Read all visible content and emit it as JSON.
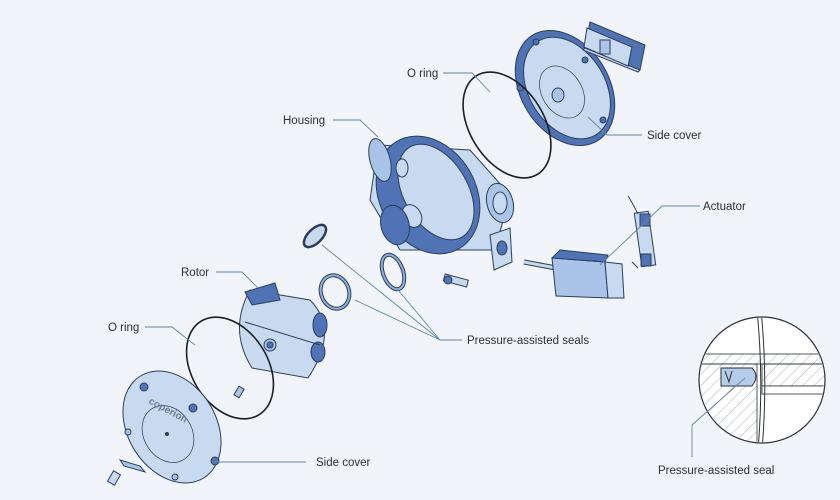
{
  "labels": {
    "o_ring_top": "O ring",
    "side_cover_top": "Side cover",
    "housing": "Housing",
    "actuator": "Actuator",
    "rotor": "Rotor",
    "o_ring_bottom": "O ring",
    "pressure_assisted_seals": "Pressure-assisted seals",
    "side_cover_bottom": "Side cover",
    "pressure_assisted_seal_detail": "Pressure-assisted seal"
  },
  "logo_text": "coperion",
  "colors": {
    "background": "#f1f5f9",
    "part_light": "#c8daf0",
    "part_dark": "#4f73b5",
    "leader": "#5f86a8",
    "outline": "#2a3e5c"
  }
}
